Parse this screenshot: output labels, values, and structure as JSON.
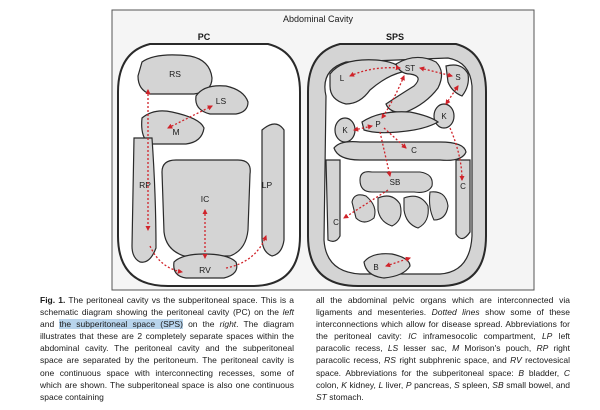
{
  "figure": {
    "title": "Abdominal Cavity",
    "left_panel": {
      "title": "PC",
      "labels": {
        "rs": "RS",
        "ls": "LS",
        "m": "M",
        "rp": "RP",
        "lp": "LP",
        "ic": "IC",
        "rv": "RV"
      }
    },
    "right_panel": {
      "title": "SPS",
      "labels": {
        "st": "ST",
        "l": "L",
        "s1": "S",
        "k1": "K",
        "p": "P",
        "k2": "K",
        "c1": "C",
        "sb": "SB",
        "c2": "C",
        "c3": "C",
        "b": "B"
      }
    }
  },
  "caption": {
    "fig_label": "Fig. 1.",
    "col1": {
      "s1": " The peritoneal cavity vs the subperitoneal space. This is a schematic diagram showing the peritoneal cavity (PC) on the ",
      "left": "left",
      "s2": " and ",
      "highlight": "the subperitoneal space (SPS)",
      "s3": " on the ",
      "right": "right",
      "s4": ". The diagram illustrates that these are 2 completely separate spaces within the abdominal cavity. The peritoneal cavity and the subperitoneal space are separated by the peritoneum. The peritoneal cavity is one continuous space with interconnecting recesses, some of which are shown. The subperitoneal space is also one continuous space containing"
    },
    "col2": {
      "s1": "all the abdominal pelvic organs which are interconnected via ligaments and mesenteries. ",
      "dotted": "Dotted lines",
      "s2": " show some of these interconnections which allow for disease spread. Abbreviations for the peritoneal cavity: ",
      "ic": "IC",
      "s3": " inframesocolic compartment, ",
      "lp": "LP",
      "s4": " left paracolic recess, ",
      "ls": "LS",
      "s5": " lesser sac, ",
      "m": "M",
      "s6": " Morison's pouch, ",
      "rp": "RP",
      "s7": " right paracolic recess, ",
      "rs": "RS",
      "s8": " right subphrenic space, and ",
      "rv": "RV",
      "s9": " rectovesical space. Abbreviations for the subperitoneal space: ",
      "b": "B",
      "s10": " bladder, ",
      "c": "C",
      "s11": " colon, ",
      "k": "K",
      "s12": " kidney, ",
      "l": "L",
      "s13": " liver, ",
      "p": "P",
      "s14": " pancreas, ",
      "s": "S",
      "s15": " spleen, ",
      "sb": "SB",
      "s16": " small bowel, and ",
      "st": "ST",
      "s17": " stomach."
    }
  },
  "colors": {
    "outer": "#f2f2f2",
    "organ": "#d4d4d4",
    "line": "#2a2a2a",
    "arrow": "#d0232a"
  }
}
